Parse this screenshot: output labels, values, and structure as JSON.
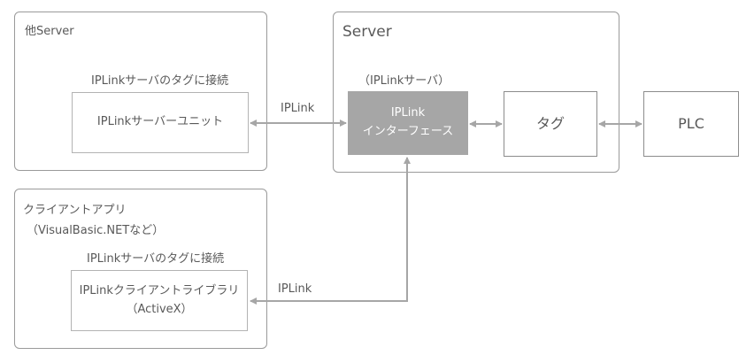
{
  "other_server": {
    "title": "他Server",
    "caption": "IPLinkサーバのタグに接続",
    "unit_label": "IPLinkサーバーユニット"
  },
  "server": {
    "title": "Server",
    "caption": "（IPLinkサーバ）",
    "interface_line1": "IPLink",
    "interface_line2": "インターフェース",
    "tag_label": "タグ"
  },
  "plc": {
    "label": "PLC"
  },
  "client": {
    "title": "クライアントアプリ",
    "subtitle": "（VisualBasic.NETなど）",
    "caption": "IPLinkサーバのタグに接続",
    "library_line1": "IPLinkクライアントライブラリ",
    "library_line2": "（ActiveX）"
  },
  "links": {
    "upper": "IPLink",
    "lower": "IPLink"
  },
  "colors": {
    "interface_fill": "#a6a6a6",
    "border": "#9a9a9a",
    "arrow": "#a6a6a6"
  }
}
